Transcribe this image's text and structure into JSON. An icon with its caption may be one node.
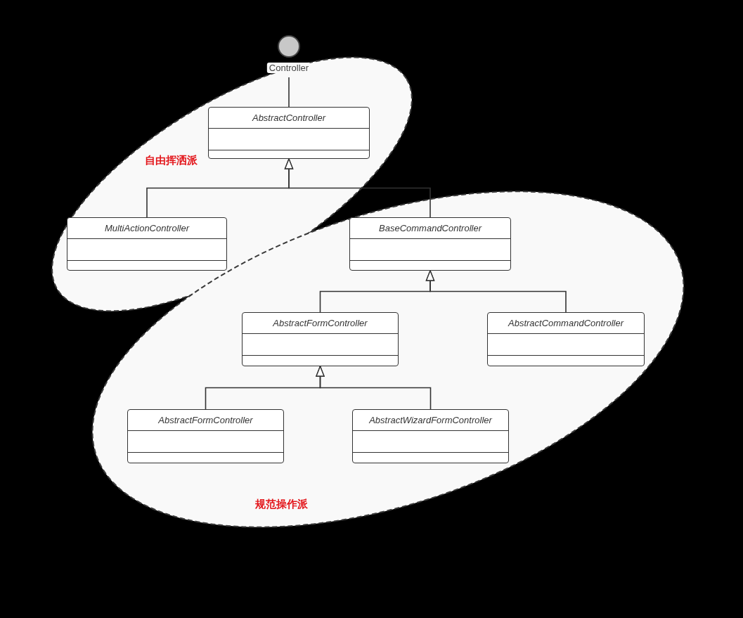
{
  "diagram": {
    "nodes": [
      {
        "text": [
          "Controller"
        ]
      },
      {
        "text": [
          "自由挥洒派"
        ]
      },
      {
        "text": [
          "AbstractController"
        ],
        "in": 1
      },
      {
        "text": [
          "MultiActionController"
        ],
        "in": 1
      },
      {
        "text": [
          "规范操作派"
        ]
      },
      {
        "text": [
          "BaseCommandController"
        ],
        "in": 4
      },
      {
        "text": [
          "AbstractFormController"
        ],
        "in": 4
      },
      {
        "text": [
          "AbstractCommandController"
        ],
        "in": 4
      },
      {
        "text": [
          "AbstractFormController"
        ],
        "in": 4
      },
      {
        "text": [
          "AbstractWizardFormController"
        ],
        "in": 4
      }
    ],
    "edges": [
      {
        "from": 0,
        "to": 2,
        "arrow": "none"
      },
      {
        "from": 3,
        "to": 2,
        "arrow": "to"
      },
      {
        "from": 5,
        "to": 2,
        "arrow": "to"
      },
      {
        "from": 6,
        "to": 5,
        "arrow": "to"
      },
      {
        "from": 7,
        "to": 5,
        "arrow": "to"
      },
      {
        "from": 8,
        "to": 6,
        "arrow": "to"
      },
      {
        "from": 9,
        "to": 6,
        "arrow": "to"
      }
    ]
  }
}
